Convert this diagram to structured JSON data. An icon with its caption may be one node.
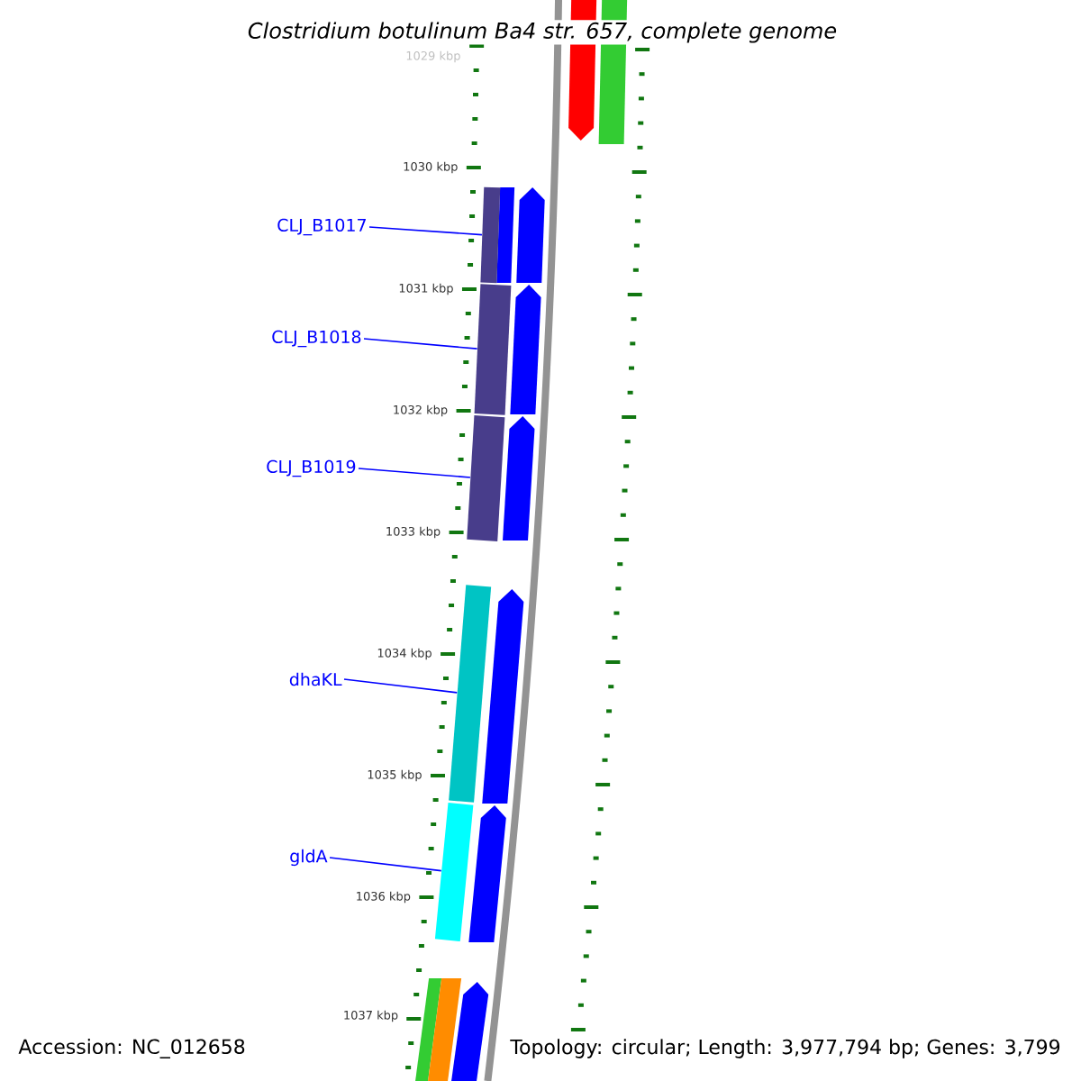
{
  "diagram": {
    "title": "Clostridium botulinum Ba4 str. 657, complete genome",
    "nodes": [
      {
        "text": [
          "CLJ_B1017"
        ]
      },
      {
        "text": [],
        "shape": "bar"
      },
      {
        "text": [
          "CLJ_B1018"
        ]
      },
      {
        "text": [],
        "shape": "bar"
      },
      {
        "text": [
          "CLJ_B1019"
        ]
      },
      {
        "text": [],
        "shape": "bar"
      },
      {
        "text": [
          "dhaKL"
        ]
      },
      {
        "text": [],
        "shape": "bar"
      },
      {
        "text": [
          "gldA"
        ]
      },
      {
        "text": [],
        "shape": "bar"
      },
      {
        "text": [],
        "shape": "arrow"
      },
      {
        "text": [],
        "shape": "bar"
      },
      {
        "text": [],
        "shape": "bar"
      },
      {
        "text": [],
        "shape": "arrow"
      },
      {
        "text": [],
        "shape": "arrow"
      },
      {
        "text": [],
        "shape": "arrow"
      },
      {
        "text": [],
        "shape": "arrow"
      },
      {
        "text": [],
        "shape": "arrow"
      },
      {
        "text": [],
        "shape": "arrow"
      },
      {
        "text": [],
        "shape": "bar"
      },
      {
        "text": [],
        "shape": "bar"
      }
    ],
    "edges": [
      {
        "from": 0,
        "to": 1,
        "arrow": "none"
      },
      {
        "from": 2,
        "to": 3,
        "arrow": "none"
      },
      {
        "from": 4,
        "to": 5,
        "arrow": "none"
      },
      {
        "from": 6,
        "to": 7,
        "arrow": "none"
      },
      {
        "from": 8,
        "to": 9,
        "arrow": "none"
      }
    ],
    "labels": [
      "1029 kbp",
      "1030 kbp",
      "1031 kbp",
      "1032 kbp",
      "1033 kbp",
      "1034 kbp",
      "1035 kbp",
      "1036 kbp",
      "1037 kbp",
      "Accession: NC_012658",
      "Topology: circular; Length: 3,977,794 bp; Genes: 3,799"
    ]
  }
}
